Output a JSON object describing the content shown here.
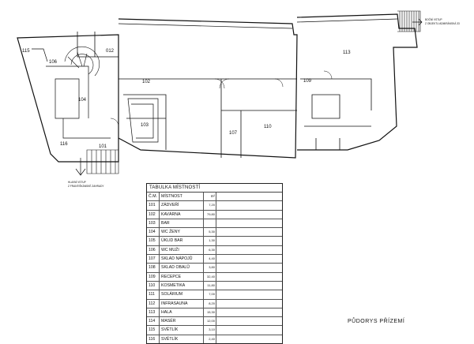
{
  "plan_title": "PŮDORYS PŘÍZEMÍ",
  "entrances": {
    "main": [
      "HLAVNÍ VSTUP",
      "Z FRANTIŠKÁNSKÉ ZAHRADY"
    ],
    "side": [
      "BOČNÍ VSTUP",
      "Z OBJEKTU ADMIRÁNSKÁ 33"
    ]
  },
  "room_labels": {
    "r101": "101",
    "r102": "102",
    "r103": "103",
    "r104": "104",
    "r106": "106",
    "r107": "107",
    "r109": "109",
    "r110": "110",
    "r113": "113",
    "r115": "115",
    "r116": "116",
    "r012": "012"
  },
  "table": {
    "title": "TABULKA MÍSTNOSTÍ",
    "header": {
      "num": "Č.M.",
      "name": "MÍSTNOST",
      "area": "m²"
    },
    "rows": [
      {
        "num": "101",
        "name": "ZÁDVEŘÍ",
        "area": "7,20"
      },
      {
        "num": "102",
        "name": "KAVÁRNA",
        "area": "79,80"
      },
      {
        "num": "103",
        "name": "BAR",
        "area": ""
      },
      {
        "num": "104",
        "name": "WC ŽENY",
        "area": "5,30"
      },
      {
        "num": "105",
        "name": "ÚKLID BAR",
        "area": "1,30"
      },
      {
        "num": "106",
        "name": "WC MUŽI",
        "area": "6,30"
      },
      {
        "num": "107",
        "name": "SKLAD NÁPOJŮ",
        "area": "4,40"
      },
      {
        "num": "108",
        "name": "SKLAD OBALŮ",
        "area": "3,80"
      },
      {
        "num": "109",
        "name": "RECEPCE",
        "area": "32,40"
      },
      {
        "num": "110",
        "name": "KOSMETIKA",
        "area": "11,80"
      },
      {
        "num": "111",
        "name": "SOLÁRIUM",
        "area": "7,00"
      },
      {
        "num": "112",
        "name": "INFRASAUNA",
        "area": "8,20"
      },
      {
        "num": "113",
        "name": "HALA",
        "area": "15,30"
      },
      {
        "num": "114",
        "name": "MASÉR",
        "area": "12,00"
      },
      {
        "num": "115",
        "name": "SVĚTLÍK",
        "area": "3,10"
      },
      {
        "num": "116",
        "name": "SVĚTLÍK",
        "area": "2,40"
      }
    ]
  }
}
